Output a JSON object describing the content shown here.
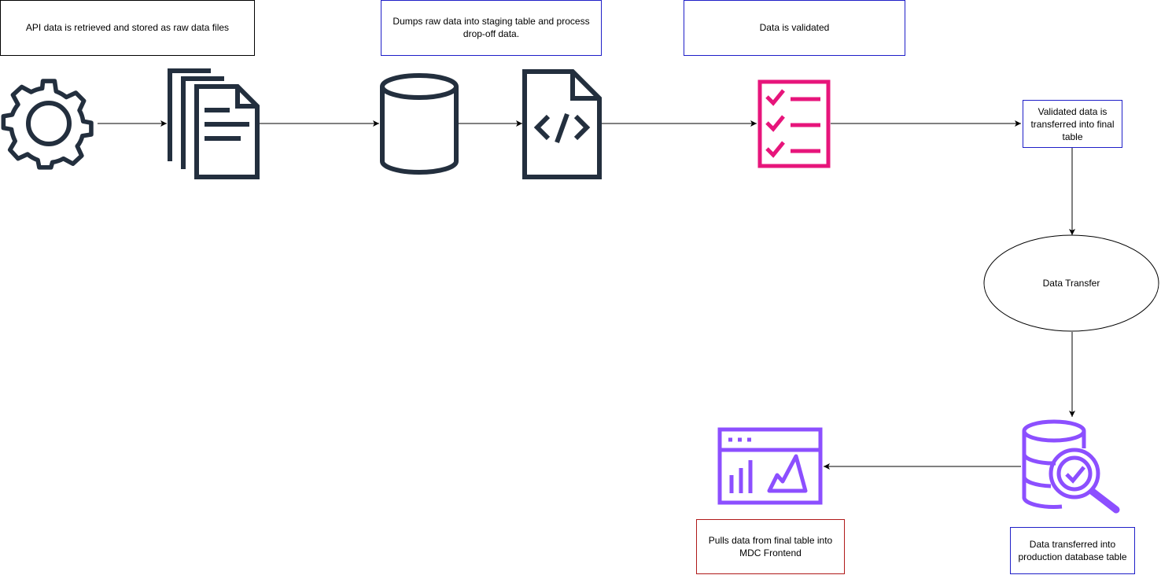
{
  "notes": {
    "api_retrieval": "API data is retrieved and stored as raw data files",
    "staging": "Dumps raw data into staging table and process drop-off data.",
    "validated": "Data is validated",
    "validated_transfer": "Validated data is transferred into final table",
    "data_transfer": "Data Transfer",
    "production_table": "Data transferred into production database table",
    "frontend": "Pulls data from final table into MDC Frontend"
  },
  "icons": {
    "gear": "gear-icon",
    "documents": "documents-icon",
    "database": "database-icon",
    "code_file": "code-file-icon",
    "checklist": "checklist-icon",
    "database_search": "database-search-icon",
    "dashboard": "dashboard-chart-icon"
  },
  "colors": {
    "dark_icon": "#232f3e",
    "checklist": "#e7157b",
    "purple": "#8c4fff",
    "blue_border": "#1f1fc8",
    "red_border": "#b01a1a"
  }
}
